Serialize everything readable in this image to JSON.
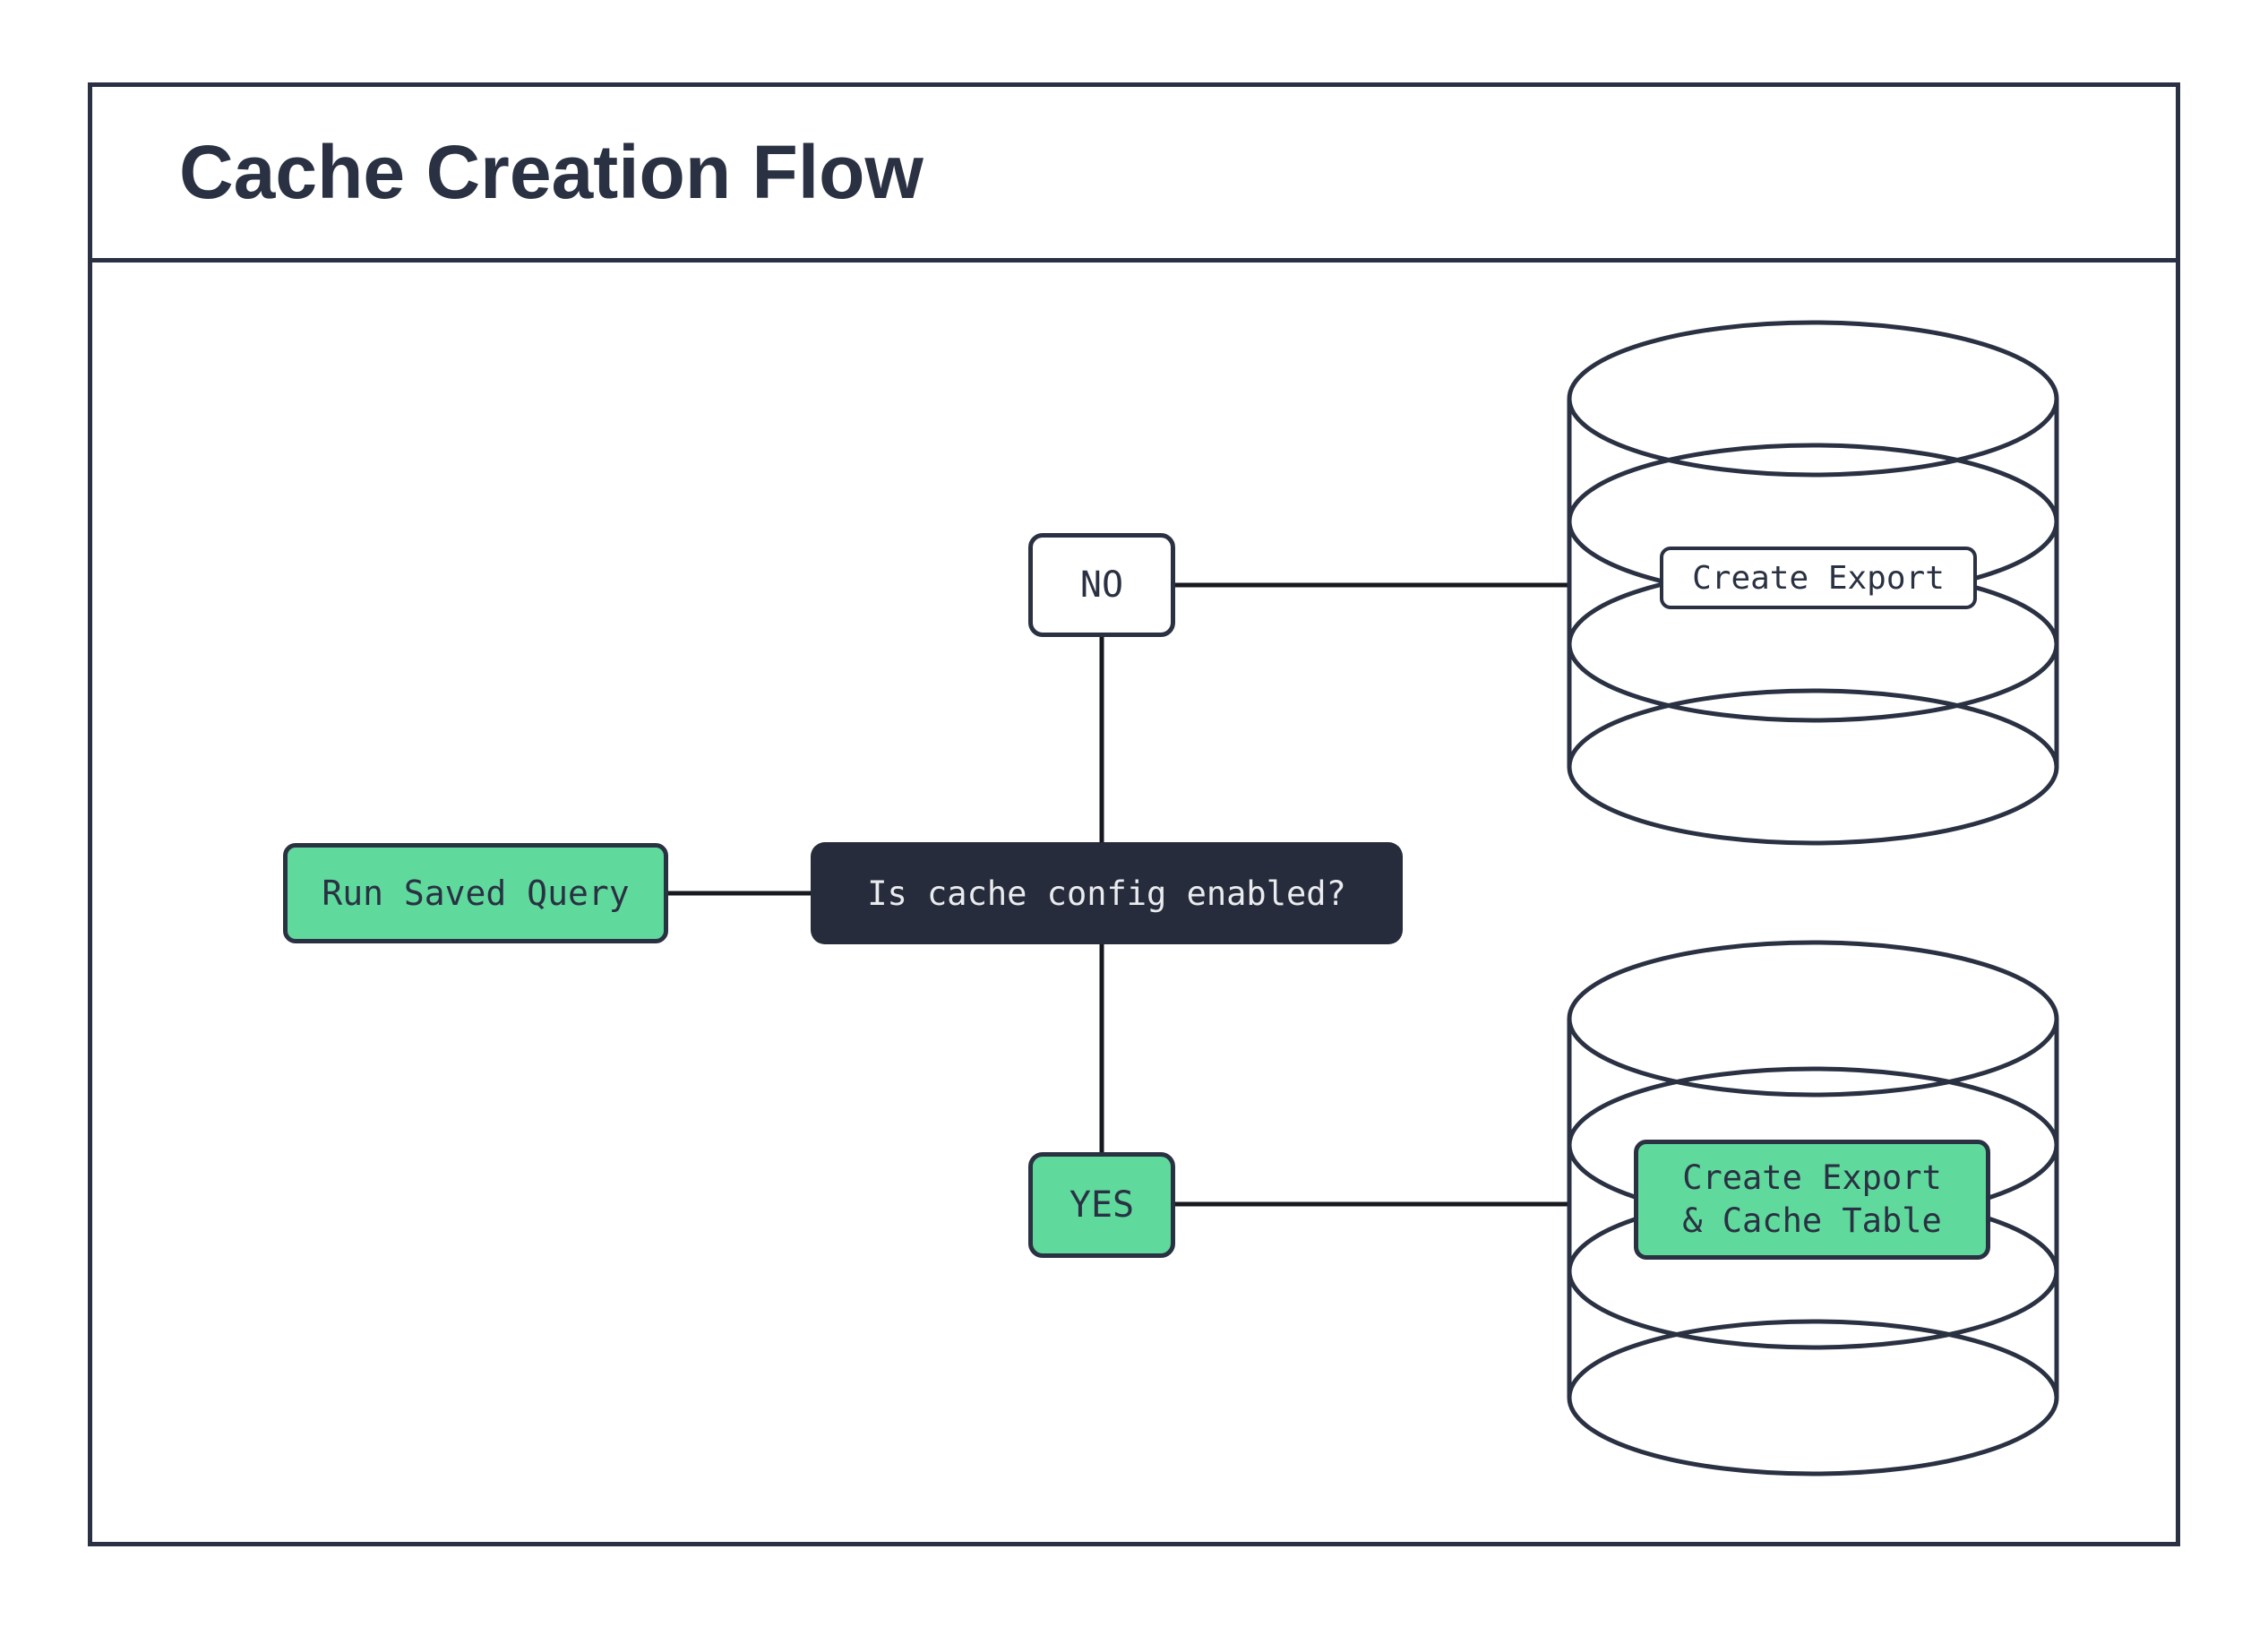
{
  "title": "Cache Creation Flow",
  "flow": {
    "start": {
      "label": "Run Saved Query"
    },
    "decision": {
      "label": "Is cache config enabled?"
    },
    "branch_no": {
      "label": "NO"
    },
    "branch_yes": {
      "label": "YES"
    },
    "no_result": {
      "icon": "database-icon",
      "label": "Create Export"
    },
    "yes_result": {
      "icon": "database-icon",
      "label_line1": "Create Export",
      "label_line2": "& Cache Table"
    }
  },
  "colors": {
    "accent_green": "#5fd99c",
    "navy": "#2a3142",
    "decision_bg": "#262c3b",
    "connector": "#17191e",
    "light_text": "#e9ebee",
    "canvas_bg": "#ffffff"
  }
}
